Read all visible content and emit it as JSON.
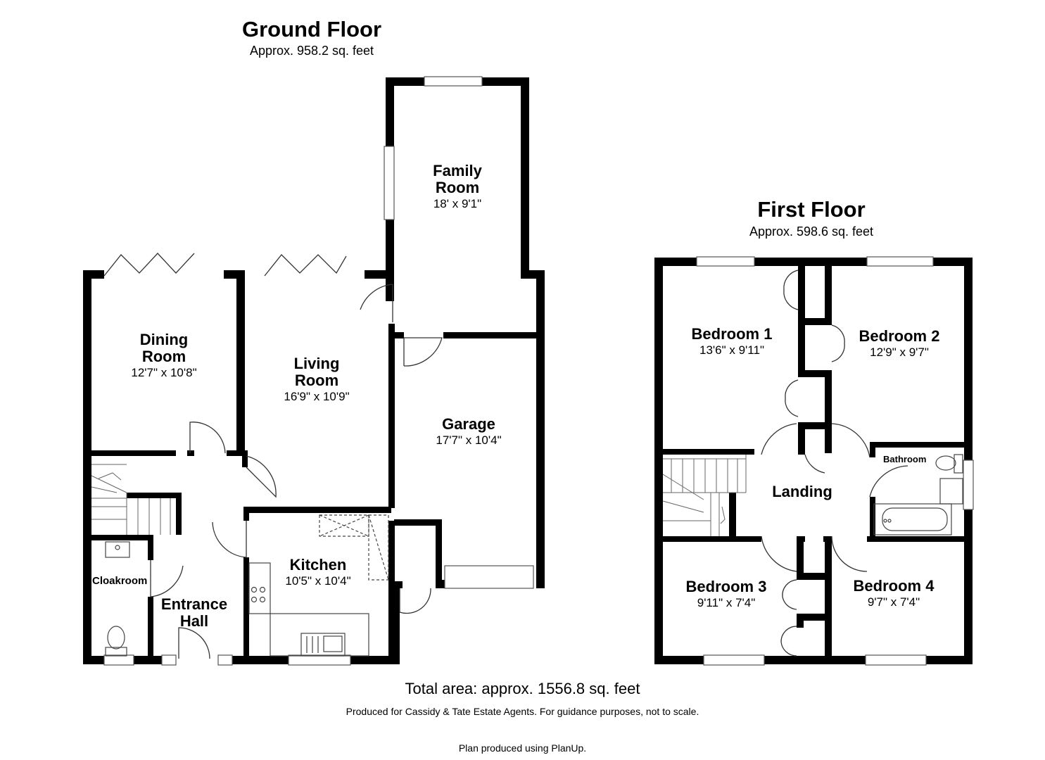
{
  "ground_floor": {
    "title": "Ground Floor",
    "area": "Approx. 958.2 sq. feet",
    "rooms": {
      "family_room": {
        "name1": "Family",
        "name2": "Room",
        "dims": "18' x 9'1\""
      },
      "dining_room": {
        "name1": "Dining",
        "name2": "Room",
        "dims": "12'7\" x 10'8\""
      },
      "living_room": {
        "name1": "Living",
        "name2": "Room",
        "dims": "16'9\" x 10'9\""
      },
      "garage": {
        "name": "Garage",
        "dims": "17'7\" x 10'4\""
      },
      "kitchen": {
        "name": "Kitchen",
        "dims": "10'5\" x 10'4\""
      },
      "cloakroom": {
        "name": "Cloakroom"
      },
      "entrance_hall": {
        "name1": "Entrance",
        "name2": "Hall"
      }
    }
  },
  "first_floor": {
    "title": "First Floor",
    "area": "Approx. 598.6 sq. feet",
    "rooms": {
      "bedroom1": {
        "name": "Bedroom 1",
        "dims": "13'6\" x 9'11\""
      },
      "bedroom2": {
        "name": "Bedroom 2",
        "dims": "12'9\" x 9'7\""
      },
      "bedroom3": {
        "name": "Bedroom 3",
        "dims": "9'11\" x 7'4\""
      },
      "bedroom4": {
        "name": "Bedroom 4",
        "dims": "9'7\" x 7'4\""
      },
      "bathroom": {
        "name": "Bathroom"
      },
      "landing": {
        "name": "Landing"
      }
    }
  },
  "footer": {
    "total_area": "Total area: approx. 1556.8 sq. feet",
    "produced_for": "Produced for Cassidy & Tate Estate Agents. For guidance purposes, not to scale.",
    "plan_credit": "Plan produced using PlanUp."
  }
}
